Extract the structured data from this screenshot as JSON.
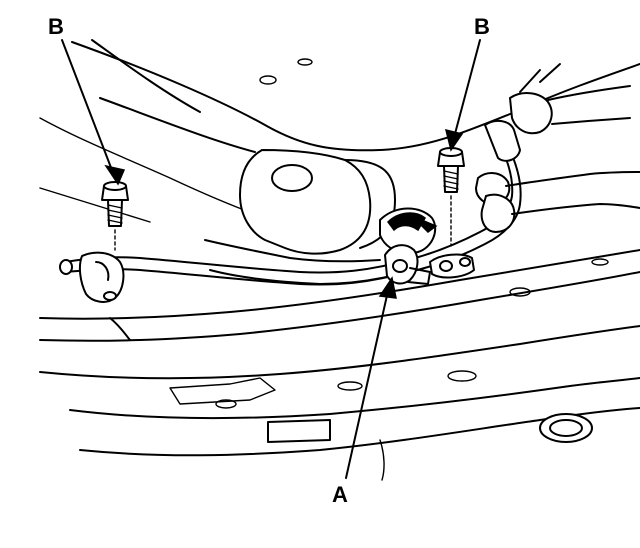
{
  "callouts": {
    "bolt_left": "B",
    "bolt_right": "B",
    "clamp": "A"
  }
}
